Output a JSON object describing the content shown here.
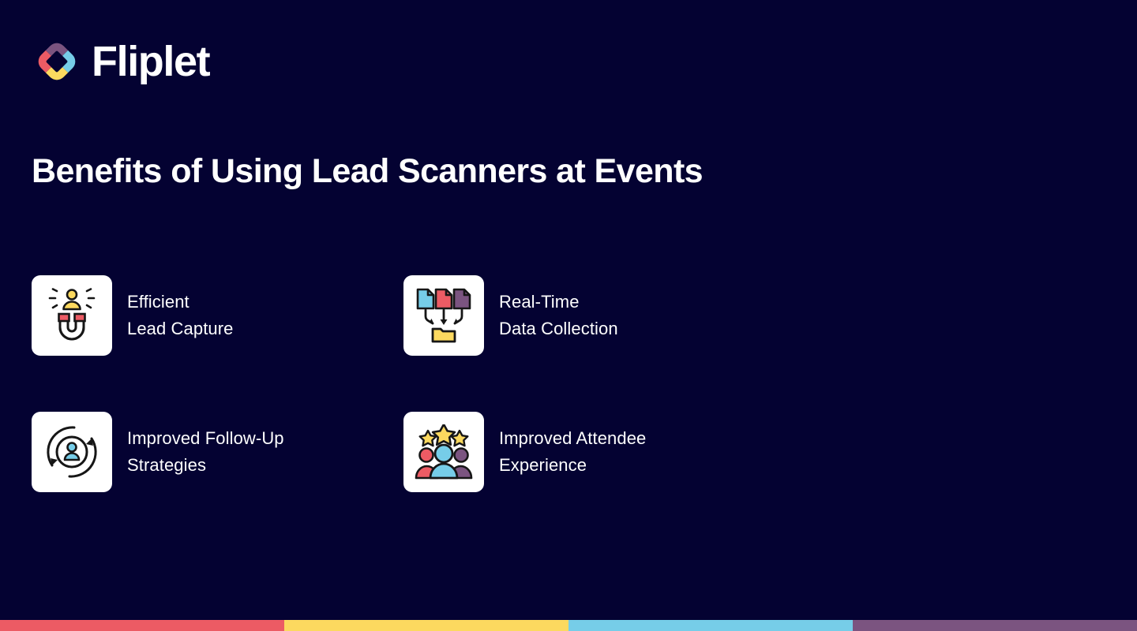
{
  "page": {
    "background_color": "#040232",
    "text_color": "#ffffff"
  },
  "brand": {
    "name": "Fliplet",
    "logo_icon": "fliplet-diamond-logo",
    "colors": {
      "purple": "#7b5480",
      "cyan": "#76cde8",
      "yellow": "#fcd95f",
      "red": "#ec5b64"
    }
  },
  "heading": {
    "title": "Benefits of Using Lead Scanners at Events"
  },
  "benefits": [
    {
      "icon": "magnet-lead-capture-icon",
      "label": "Efficient\nLead Capture"
    },
    {
      "icon": "documents-to-folder-icon",
      "label": "Real-Time\nData Collection"
    },
    {
      "icon": "refresh-cycle-person-icon",
      "label": "Improved Follow-Up\nStrategies"
    },
    {
      "icon": "people-stars-rating-icon",
      "label": "Improved Attendee\nExperience"
    }
  ],
  "bottom_bar": {
    "segments": [
      {
        "name": "red-segment",
        "color": "#ec5b64"
      },
      {
        "name": "yellow-segment",
        "color": "#fcd95f"
      },
      {
        "name": "cyan-segment",
        "color": "#76cde8"
      },
      {
        "name": "purple-segment",
        "color": "#7b5480"
      }
    ]
  }
}
